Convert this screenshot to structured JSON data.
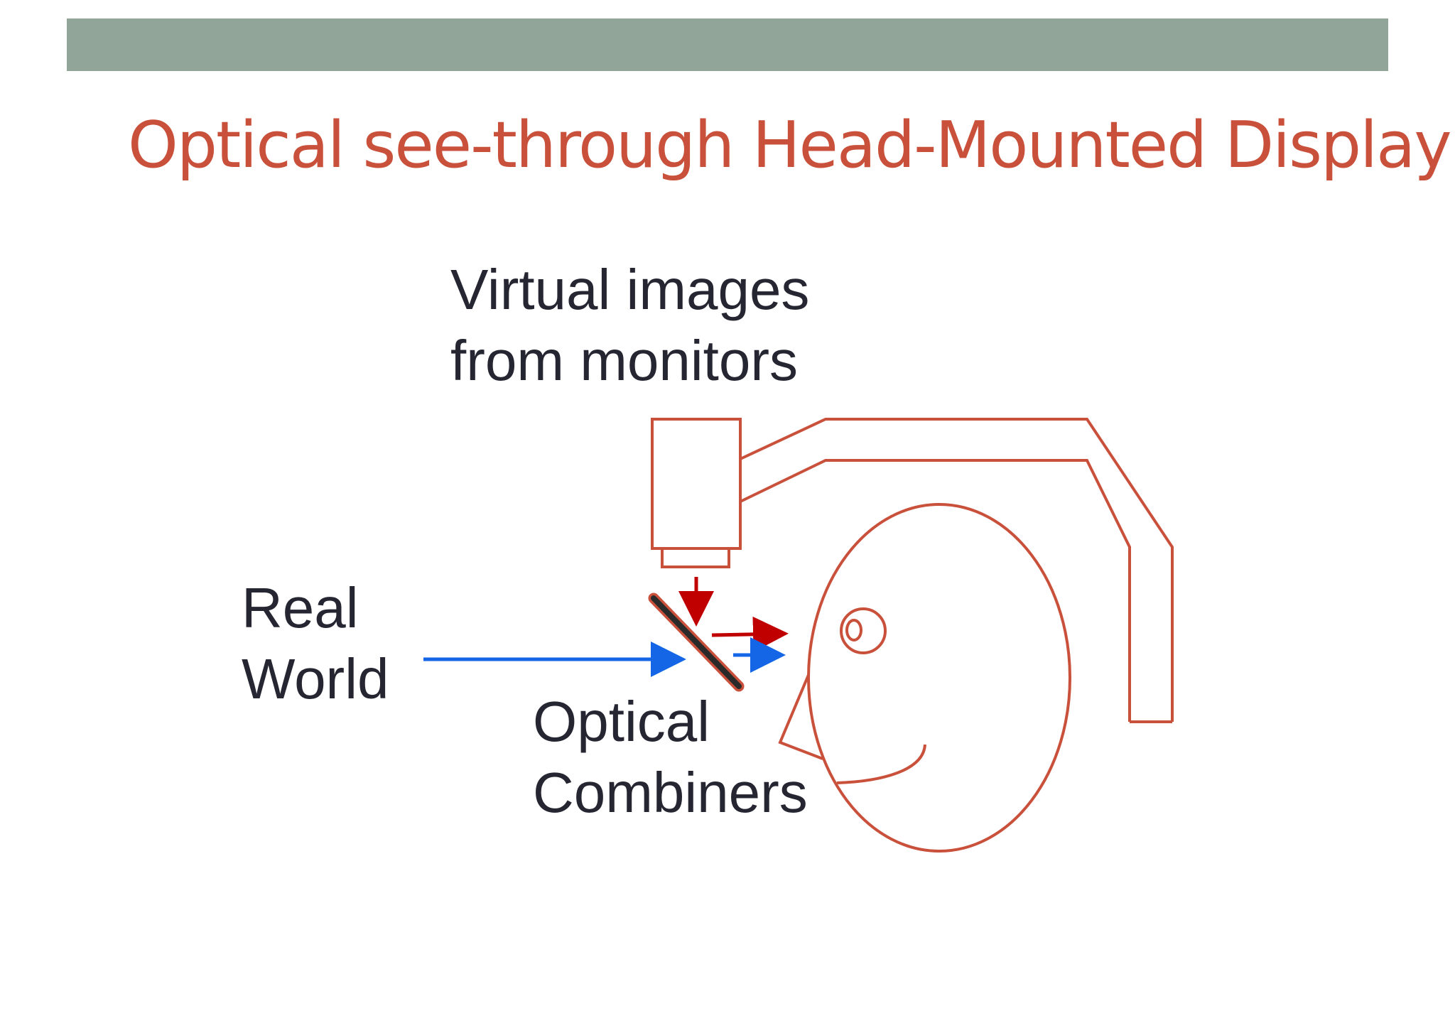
{
  "slide": {
    "title": "Optical see-through Head-Mounted Display"
  },
  "labels": {
    "virtual_images": [
      "Virtual images",
      "from monitors"
    ],
    "real_world": [
      "Real",
      "World"
    ],
    "optical_combiners": [
      "Optical",
      "Combiners"
    ]
  },
  "colors": {
    "header_bar": "#91a599",
    "title": "#c9503a",
    "outline": "#c9503a",
    "virtual_light": "#c00000",
    "real_light": "#1466e6",
    "label_text": "#262632",
    "combiner": "#2a2a2a"
  }
}
